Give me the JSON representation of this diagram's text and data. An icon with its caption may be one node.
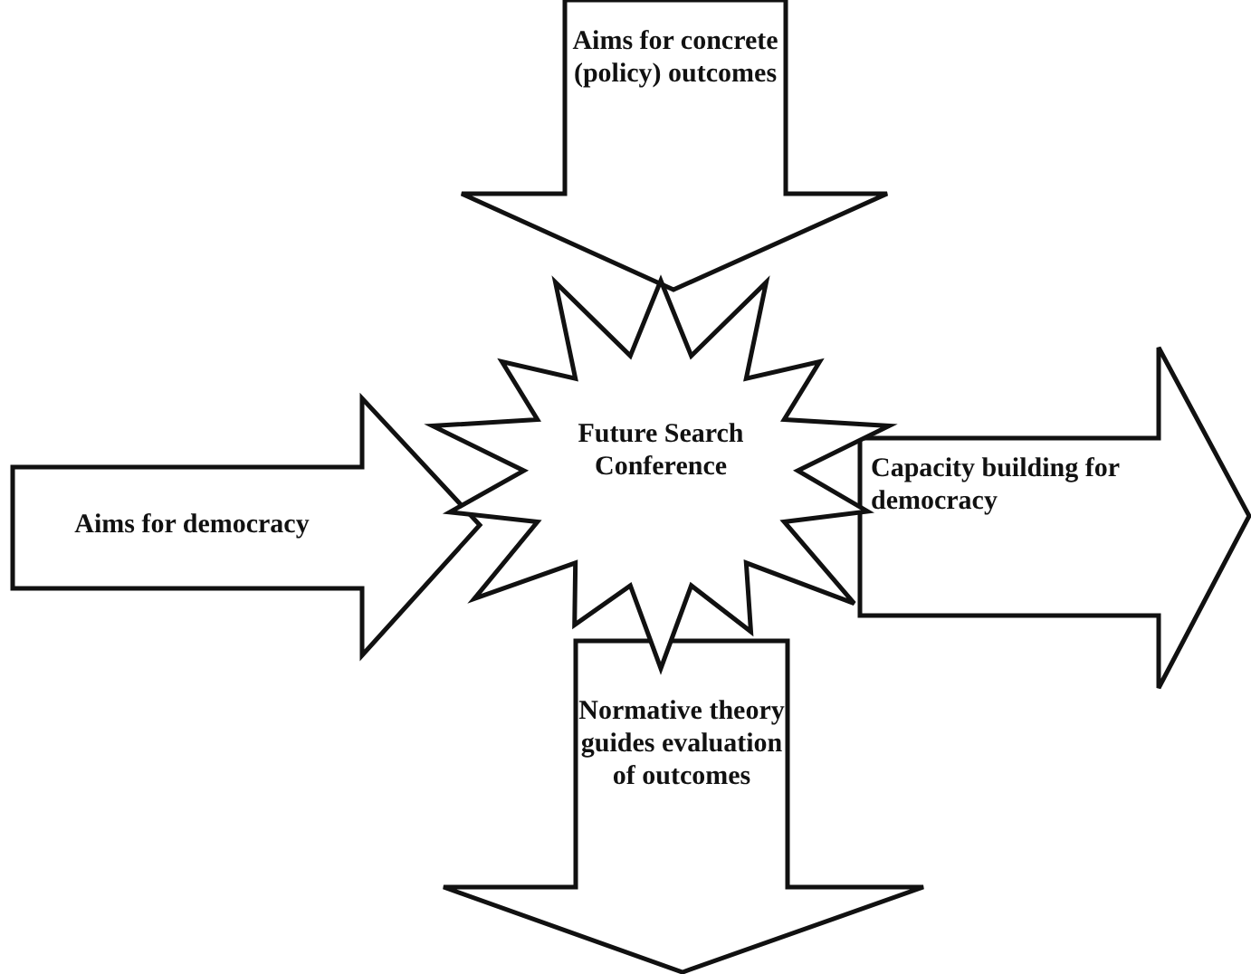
{
  "diagram": {
    "nodes": [
      {
        "text": [
          "Aims for concrete (policy) outcomes"
        ]
      },
      {
        "text": [
          "Aims for democracy"
        ]
      },
      {
        "text": [
          "Future Search Conference"
        ]
      },
      {
        "text": [
          "Capacity building for democracy"
        ]
      },
      {
        "text": [
          "Normative theory guides evaluation of outcomes"
        ]
      }
    ]
  }
}
